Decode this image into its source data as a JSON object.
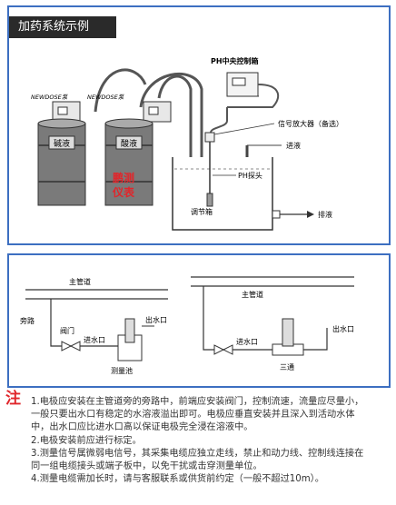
{
  "header": {
    "title": "加药系统示例"
  },
  "diagram1": {
    "pump_left": "NEWDOSE泵",
    "pump_right": "NEWDOSE泵",
    "controller": "PH中央控制箱",
    "tank_alkali": "碱液",
    "tank_acid": "酸液",
    "stamp_line1": "鹏测",
    "stamp_line2": "仪表",
    "amplifier": "信号放大器（备选）",
    "inlet": "进液",
    "probe": "PH探头",
    "regulating_tank": "调节箱",
    "outlet": "排液"
  },
  "diagram2": {
    "main_pipe_left": "主管道",
    "main_pipe_right": "主管道",
    "bypass": "旁路",
    "valve": "阀门",
    "inlet": "进水口",
    "outlet_left": "出水口",
    "outlet_right": "出水口",
    "pool": "测量池",
    "tee": "三通"
  },
  "notes": {
    "mark": "注",
    "items": [
      "1.电极应安装在主管道旁的旁路中，前端应安装阀门，控制流速，流量应尽量小，",
      "一般只要出水口有稳定的水溶液溢出即可。电极应垂直安装并且深入到活动水体",
      "中，出水口应比进水口高以保证电极完全浸在溶液中。",
      "2.电极安装前应进行标定。",
      "3.测量信号属微弱电信号，其采集电缆应独立走线，禁止和动力线、控制线连接在",
      "同一组电缆接头或端子板中，以免干扰或击穿测量单位。",
      "4.测量电缆需加长时，请与客服联系或供货前约定（一般不超过10m）。"
    ]
  }
}
